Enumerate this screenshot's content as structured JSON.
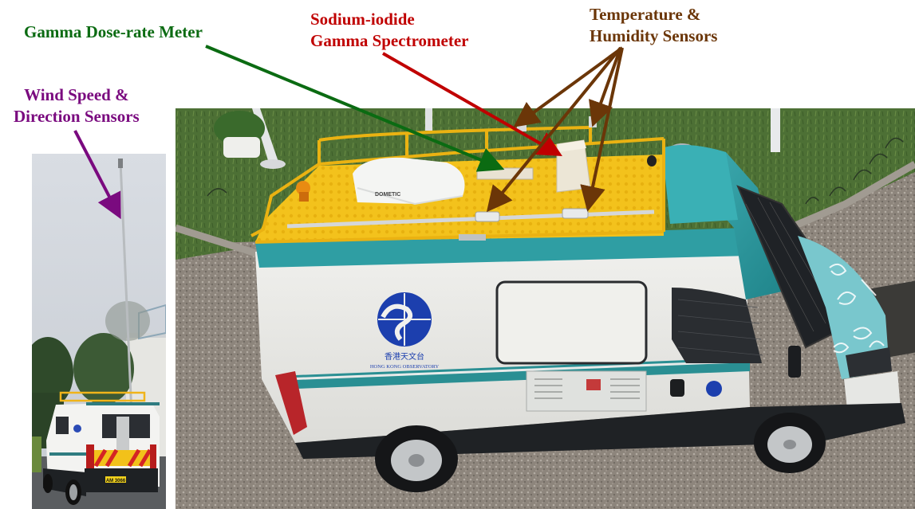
{
  "labels": {
    "gamma_dose_rate_meter": "Gamma  Dose-rate Meter",
    "sodium_iodide": {
      "line1": "Sodium-iodide",
      "line2": "Gamma  Spectrometer"
    },
    "temperature_humidity": {
      "line1": "Temperature &",
      "line2": "Humidity Sensors"
    },
    "wind": {
      "line1": "Wind Speed &",
      "line2": "Direction Sensors"
    }
  },
  "photo_text": {
    "observatory_chinese": "香港天文台",
    "observatory_english": "HONG KONG OBSERVATORY",
    "ac_brand": "DOMETIC",
    "plate": "AM 3066"
  },
  "colors": {
    "gamma": "#0b6b12",
    "sodium_iodide": "#c00000",
    "temperature_humidity": "#6b3608",
    "wind": "#7a0a7f",
    "van_teal": "#2f9ea3",
    "roof_yellow": "#f3c21c",
    "hko_blue": "#1c3fae"
  }
}
